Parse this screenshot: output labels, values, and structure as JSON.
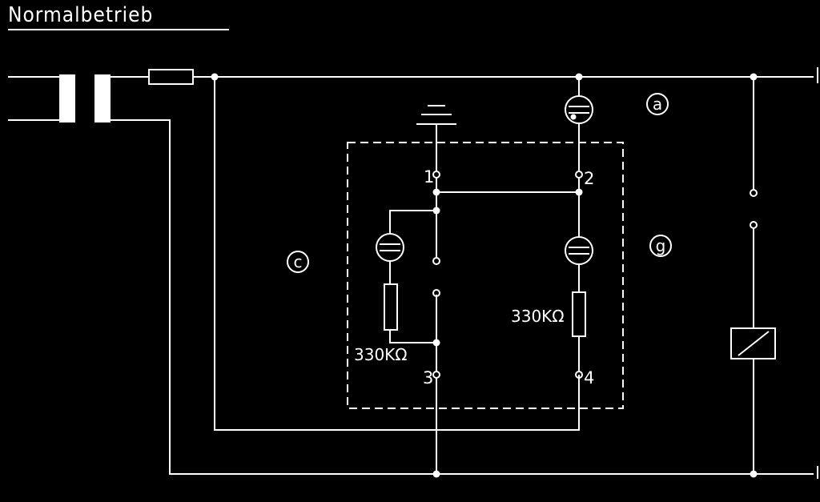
{
  "title": "Normalbetrieb",
  "labels": {
    "circle_a": "a",
    "circle_c": "c",
    "circle_g": "g",
    "terminal_1": "1",
    "terminal_2": "2",
    "terminal_3": "3",
    "terminal_4": "4",
    "resistor_left": "330KΩ",
    "resistor_right": "330KΩ"
  },
  "colors": {
    "background": "#000000",
    "line": "#ffffff"
  }
}
